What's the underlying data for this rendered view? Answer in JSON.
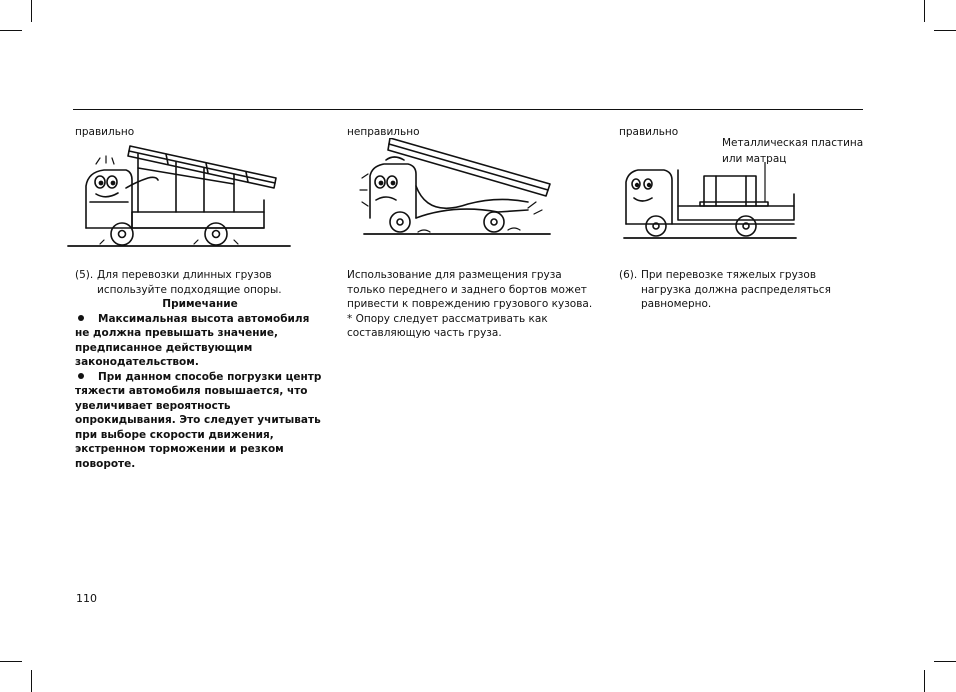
{
  "labels": {
    "left": "правильно",
    "middle": "неправильно",
    "right": "правильно",
    "annotation_line1": "Металлическая пластина",
    "annotation_line2": "или матрац"
  },
  "col1": {
    "item_number": "(5).",
    "item_text": "Для перевозки длинных грузов используйте подходящие опоры.",
    "note_title": "Примечание",
    "bullets": [
      "Максимальная высота автомобиля не должна превышать значение, предписанное действующим законодательством.",
      "При данном способе погрузки центр тяжести автомобиля повышается, что увеличивает вероятность опрокидывания. Это следует учитывать при выборе скорости движения, экстренном торможении и резком повороте."
    ]
  },
  "col2": {
    "line1": "Использование для размещения груза только переднего и заднего бортов может привести к повреждению грузового кузова.",
    "line2": "* Опору следует рассматривать как составляющую часть груза."
  },
  "col3": {
    "item_number": "(6).",
    "item_text": "При перевозке тяжелых грузов нагрузка должна распределяться равномерно."
  },
  "page_number": "110"
}
